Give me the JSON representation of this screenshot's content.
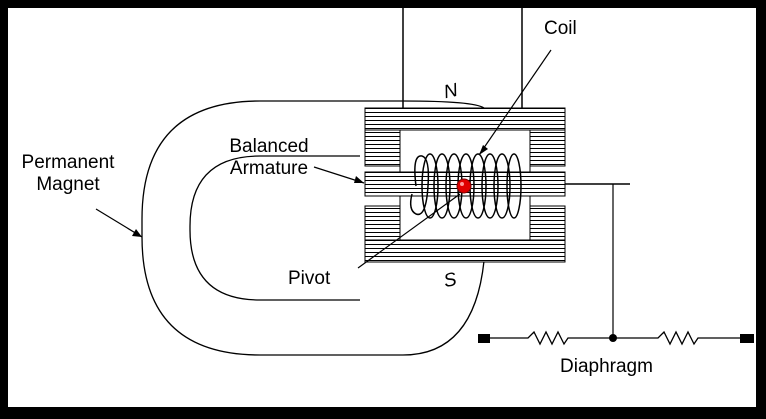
{
  "labels": {
    "coil": "Coil",
    "balanced_armature_line1": "Balanced",
    "balanced_armature_line2": "Armature",
    "permanent_magnet_line1": "Permanent",
    "permanent_magnet_line2": "Magnet",
    "pivot": "Pivot",
    "diaphragm": "Diaphragm",
    "north_pole": "N",
    "south_pole": "S"
  },
  "colors": {
    "background": "#000000",
    "canvas": "#ffffff",
    "stroke": "#000000",
    "pivot_fill": "#e00000"
  }
}
